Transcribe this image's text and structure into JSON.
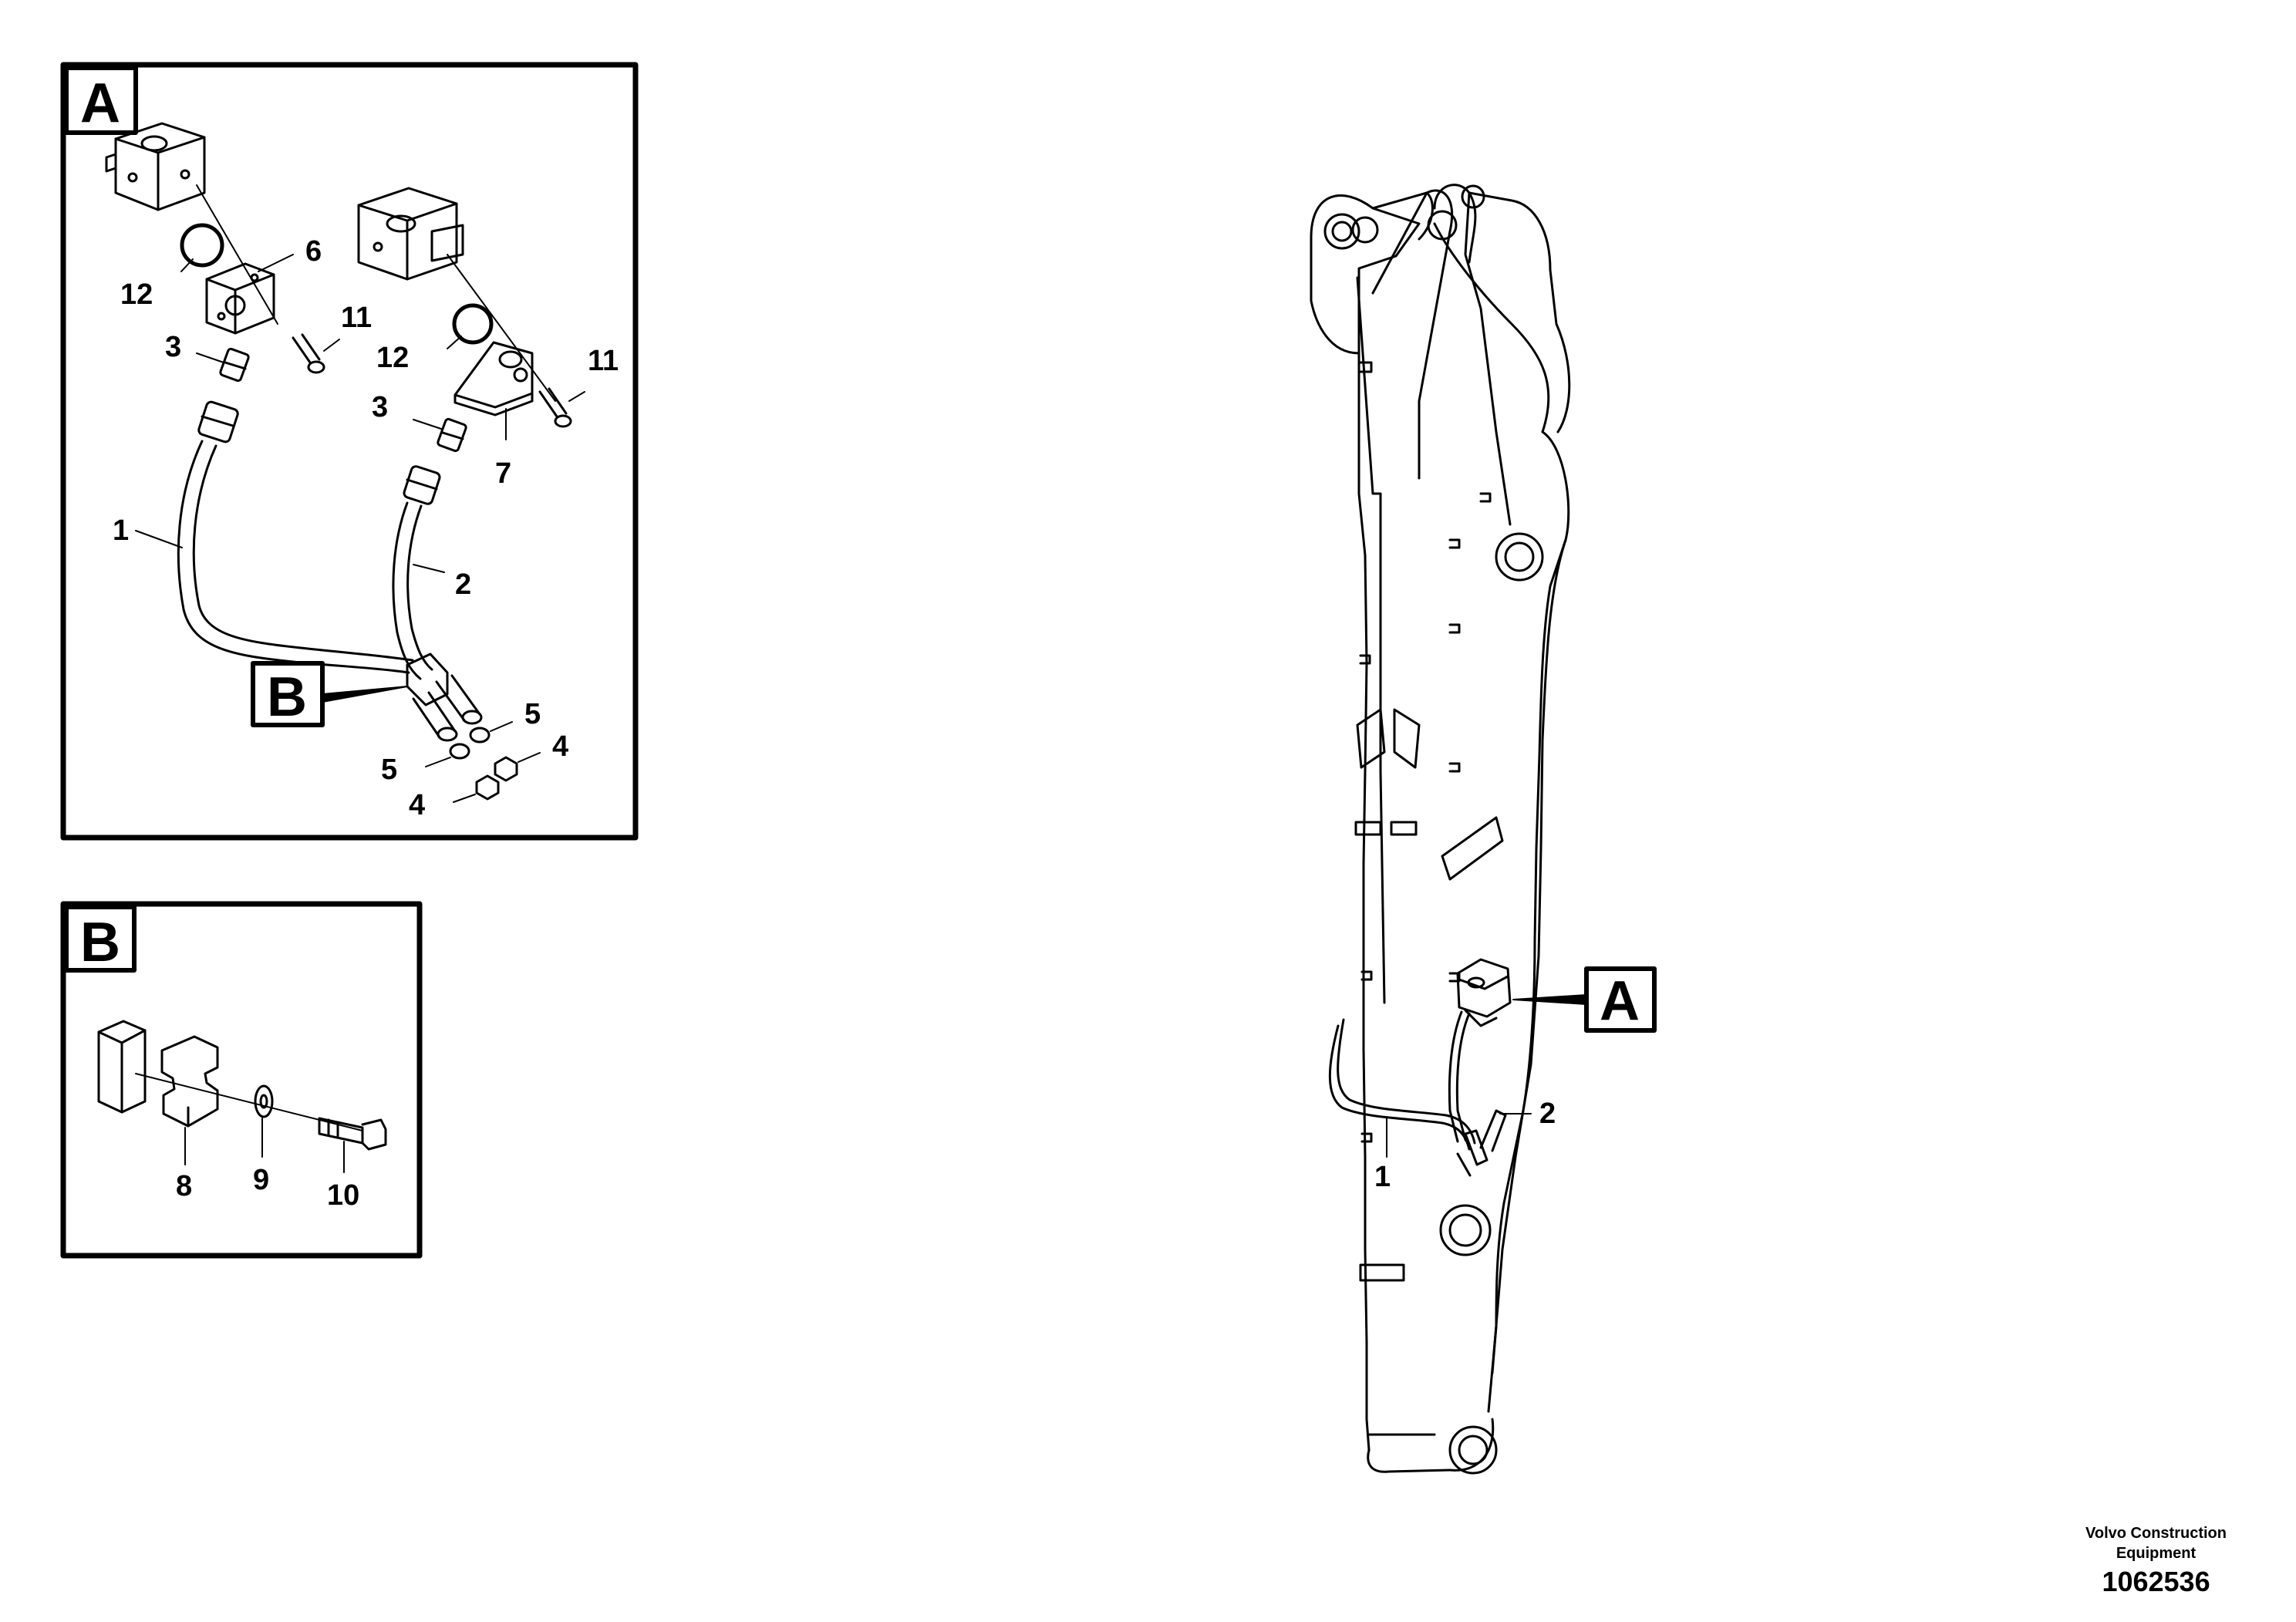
{
  "panel_a": {
    "letter": "A",
    "callouts": [
      {
        "text": "12"
      },
      {
        "text": "6"
      },
      {
        "text": "11"
      },
      {
        "text": "3"
      },
      {
        "text": "12"
      },
      {
        "text": "11"
      },
      {
        "text": "3"
      },
      {
        "text": "7"
      },
      {
        "text": "1"
      },
      {
        "text": "2"
      },
      {
        "text": "5"
      },
      {
        "text": "4"
      },
      {
        "text": "5"
      },
      {
        "text": "4"
      }
    ],
    "detail_ref": "B"
  },
  "panel_b": {
    "letter": "B",
    "callouts": [
      {
        "text": "8"
      },
      {
        "text": "9"
      },
      {
        "text": "10"
      }
    ]
  },
  "main_view": {
    "callouts": [
      {
        "text": "2"
      },
      {
        "text": "1"
      }
    ],
    "detail_ref": "A"
  },
  "footer": {
    "company_line1": "Volvo Construction",
    "company_line2": "Equipment",
    "drawing_number": "1062536"
  }
}
